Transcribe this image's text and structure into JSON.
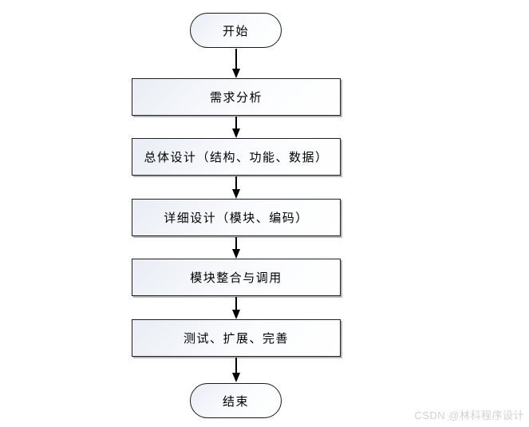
{
  "flowchart": {
    "title": "software-development-process-flowchart",
    "start": {
      "label": "开始",
      "shape": "stadium"
    },
    "steps": [
      {
        "label": "需求分析",
        "shape": "rect"
      },
      {
        "label": "总体设计（结构、功能、数据）",
        "shape": "rect"
      },
      {
        "label": "详细设计（模块、编码）",
        "shape": "rect"
      },
      {
        "label": "模块整合与调用",
        "shape": "rect"
      },
      {
        "label": "测试、扩展、完善",
        "shape": "rect"
      }
    ],
    "end": {
      "label": "结束",
      "shape": "stadium"
    },
    "connectors": [
      {
        "from": "开始",
        "to": "需求分析",
        "type": "arrow-down"
      },
      {
        "from": "需求分析",
        "to": "总体设计（结构、功能、数据）",
        "type": "arrow-down"
      },
      {
        "from": "总体设计（结构、功能、数据）",
        "to": "详细设计（模块、编码）",
        "type": "arrow-down"
      },
      {
        "from": "详细设计（模块、编码）",
        "to": "模块整合与调用",
        "type": "arrow-down"
      },
      {
        "from": "模块整合与调用",
        "to": "测试、扩展、完善",
        "type": "arrow-down"
      },
      {
        "from": "测试、扩展、完善",
        "to": "结束",
        "type": "arrow-down"
      }
    ],
    "colors": {
      "node_border": "#1f1f1f",
      "node_fill_top": "#e9edf4",
      "node_fill_bottom": "#ffffff",
      "node_shadow": "#b8b8b8",
      "arrow": "#000000",
      "text": "#000000",
      "background": "#ffffff",
      "watermark": "#d2d2d2"
    }
  },
  "watermark": {
    "text": "CSDN @林科程序设计"
  }
}
